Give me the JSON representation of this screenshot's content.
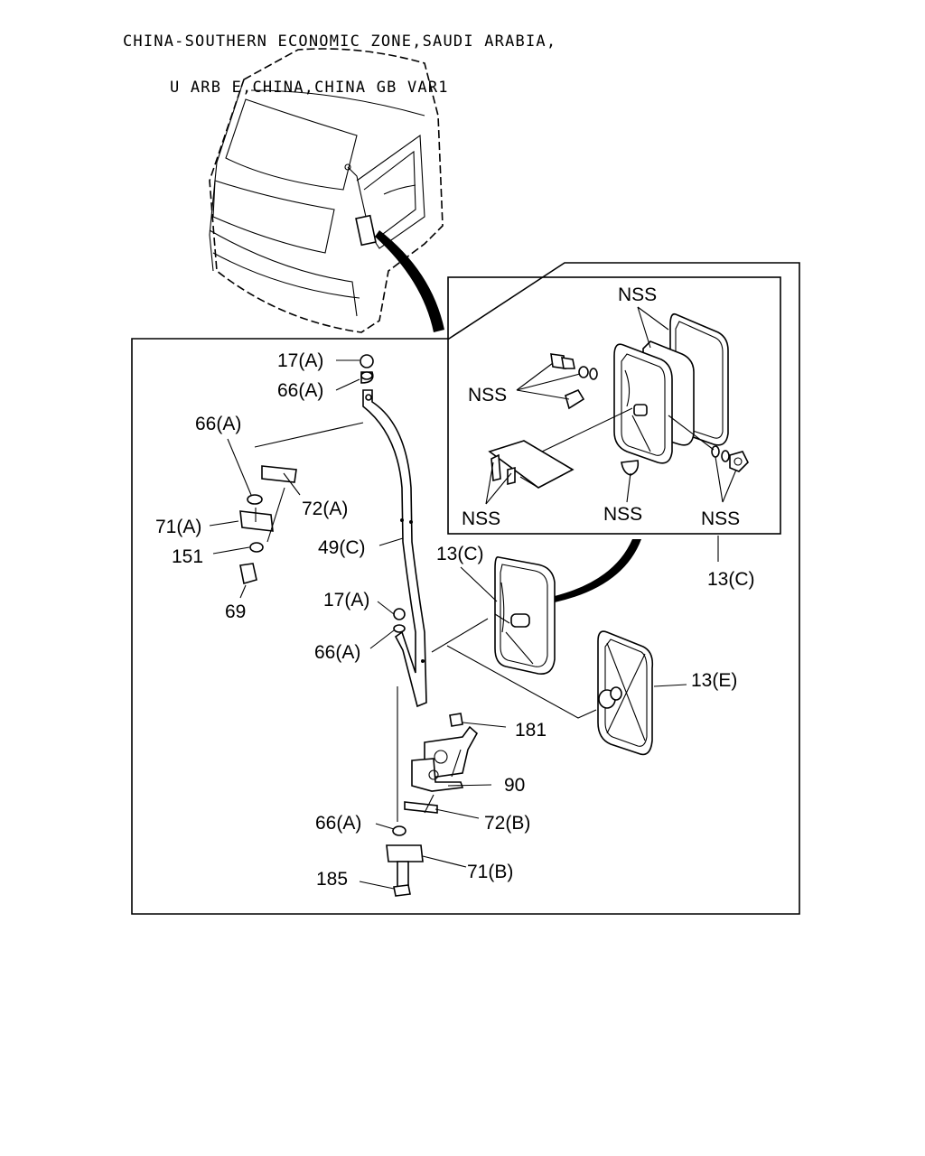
{
  "header": {
    "line1": "CHINA-SOUTHERN ECONOMIC ZONE,SAUDI ARABIA,",
    "line2": "U ARB E,CHINA,CHINA GB VAR1"
  },
  "labels": {
    "l17a_top": "17(A)",
    "l66a_top": "66(A)",
    "l66a_left": "66(A)",
    "l72a": "72(A)",
    "l71a": "71(A)",
    "l151": "151",
    "l69": "69",
    "l49c": "49(C)",
    "l17a_mid": "17(A)",
    "l66a_mid": "66(A)",
    "l13c_mid": "13(C)",
    "l13e": "13(E)",
    "l181": "181",
    "l90": "90",
    "l66a_low": "66(A)",
    "l72b": "72(B)",
    "l71b": "71(B)",
    "l185": "185",
    "l13c_inset": "13(C)",
    "nss_top": "NSS",
    "nss_left": "NSS",
    "nss_bl": "NSS",
    "nss_bc": "NSS",
    "nss_br": "NSS"
  },
  "icons": [
    "truck-cab-drawing",
    "mirror-stay-drawing",
    "mirror-head-drawing",
    "mirror-exploded-drawing"
  ]
}
